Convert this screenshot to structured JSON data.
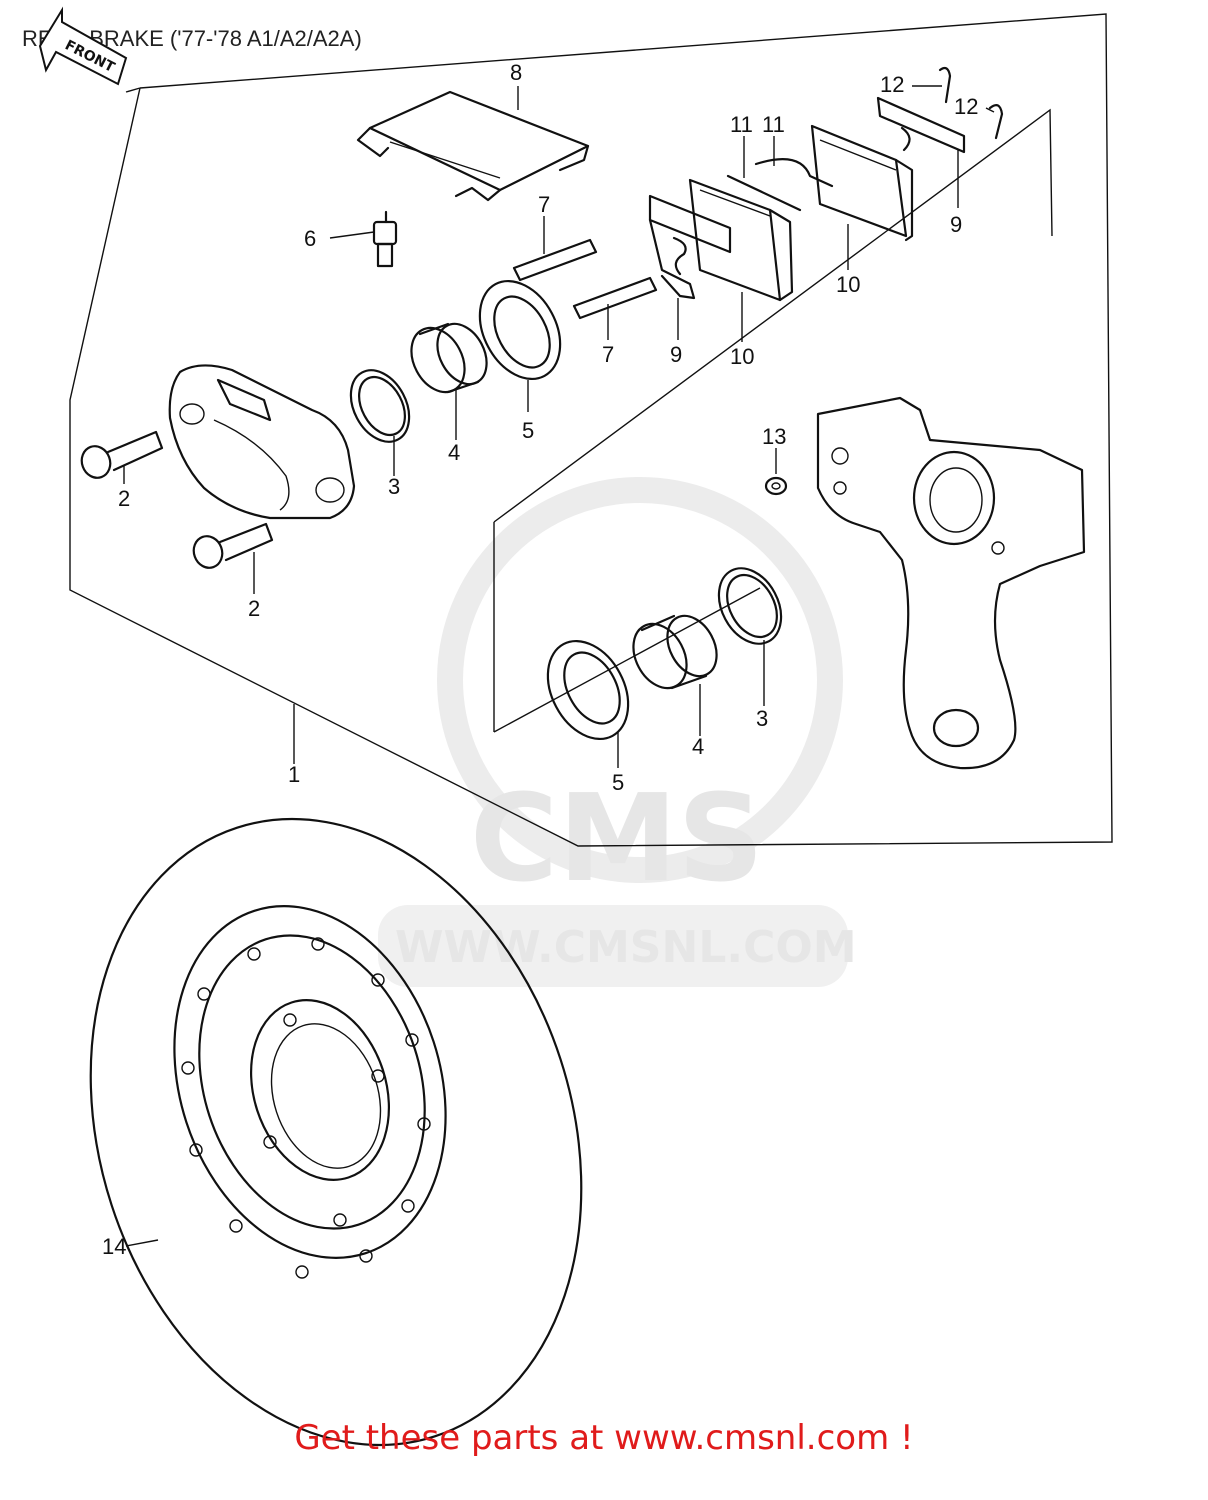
{
  "title": "REAR BRAKE ('77-'78 A1/A2/A2A)",
  "front_arrow": "FRONT",
  "watermark": {
    "logo": "CMS",
    "url": "WWW.CMSNL.COM"
  },
  "callouts": [
    {
      "id": "c8",
      "text": "8"
    },
    {
      "id": "c7a",
      "text": "7"
    },
    {
      "id": "c7b",
      "text": "7"
    },
    {
      "id": "c6",
      "text": "6"
    },
    {
      "id": "c11",
      "text": "11"
    },
    {
      "id": "c11b",
      "text": "11"
    },
    {
      "id": "c12a",
      "text": "12"
    },
    {
      "id": "c12b",
      "text": "12"
    },
    {
      "id": "c9a",
      "text": "9"
    },
    {
      "id": "c9b",
      "text": "9"
    },
    {
      "id": "c10a",
      "text": "10"
    },
    {
      "id": "c10b",
      "text": "10"
    },
    {
      "id": "c5a",
      "text": "5"
    },
    {
      "id": "c4a",
      "text": "4"
    },
    {
      "id": "c3a",
      "text": "3"
    },
    {
      "id": "c2a",
      "text": "2"
    },
    {
      "id": "c2b",
      "text": "2"
    },
    {
      "id": "c13",
      "text": "13"
    },
    {
      "id": "c3b",
      "text": "3"
    },
    {
      "id": "c4b",
      "text": "4"
    },
    {
      "id": "c5b",
      "text": "5"
    },
    {
      "id": "c1",
      "text": "1"
    },
    {
      "id": "c14",
      "text": "14"
    }
  ],
  "banner": "Get these parts at www.cmsnl.com !"
}
